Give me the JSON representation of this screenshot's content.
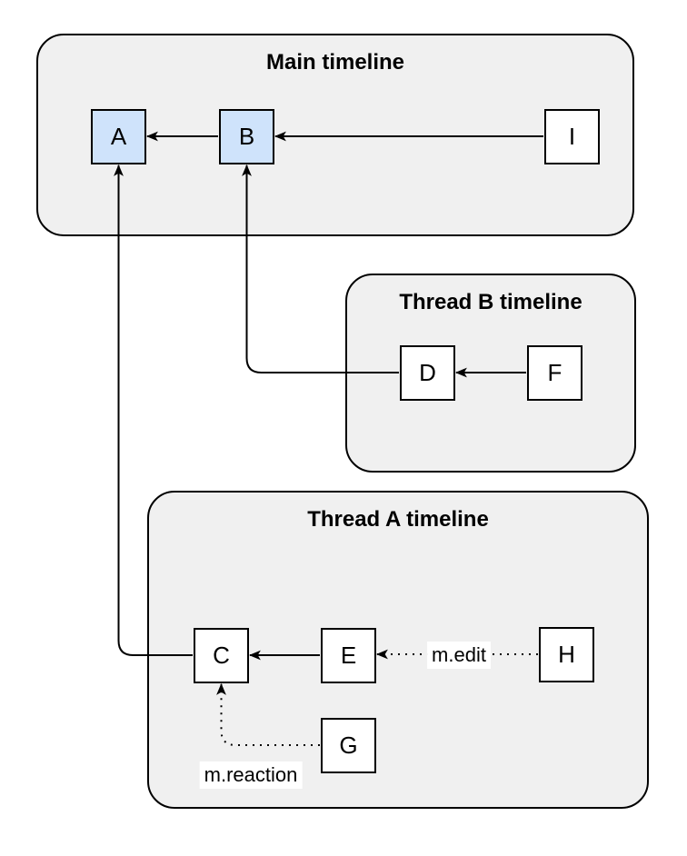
{
  "diagram": {
    "containers": [
      {
        "id": "main",
        "title": "Main timeline"
      },
      {
        "id": "thread-b",
        "title": "Thread B timeline"
      },
      {
        "id": "thread-a",
        "title": "Thread A timeline"
      }
    ],
    "nodes": [
      {
        "id": "A",
        "label": "A",
        "timeline": "main",
        "highlighted": true
      },
      {
        "id": "B",
        "label": "B",
        "timeline": "main",
        "highlighted": true
      },
      {
        "id": "I",
        "label": "I",
        "timeline": "main",
        "highlighted": false
      },
      {
        "id": "D",
        "label": "D",
        "timeline": "thread-b",
        "highlighted": false
      },
      {
        "id": "F",
        "label": "F",
        "timeline": "thread-b",
        "highlighted": false
      },
      {
        "id": "C",
        "label": "C",
        "timeline": "thread-a",
        "highlighted": false
      },
      {
        "id": "E",
        "label": "E",
        "timeline": "thread-a",
        "highlighted": false
      },
      {
        "id": "H",
        "label": "H",
        "timeline": "thread-a",
        "highlighted": false
      },
      {
        "id": "G",
        "label": "G",
        "timeline": "thread-a",
        "highlighted": false
      }
    ],
    "edges": [
      {
        "from": "B",
        "to": "A",
        "style": "solid",
        "label": ""
      },
      {
        "from": "I",
        "to": "B",
        "style": "solid",
        "label": ""
      },
      {
        "from": "F",
        "to": "D",
        "style": "solid",
        "label": ""
      },
      {
        "from": "E",
        "to": "C",
        "style": "solid",
        "label": ""
      },
      {
        "from": "D",
        "to": "B",
        "style": "solid",
        "label": ""
      },
      {
        "from": "C",
        "to": "A",
        "style": "solid",
        "label": ""
      },
      {
        "from": "H",
        "to": "E",
        "style": "dotted",
        "label": "m.edit"
      },
      {
        "from": "G",
        "to": "C",
        "style": "dotted",
        "label": "m.reaction"
      }
    ],
    "colors": {
      "container_fill": "#f0f0f0",
      "container_border": "#000000",
      "node_fill": "#ffffff",
      "node_highlight_fill": "#cfe3fb",
      "node_border": "#000000",
      "edge_color": "#000000",
      "label_background": "#ffffff",
      "page_background": "#ffffff"
    }
  }
}
